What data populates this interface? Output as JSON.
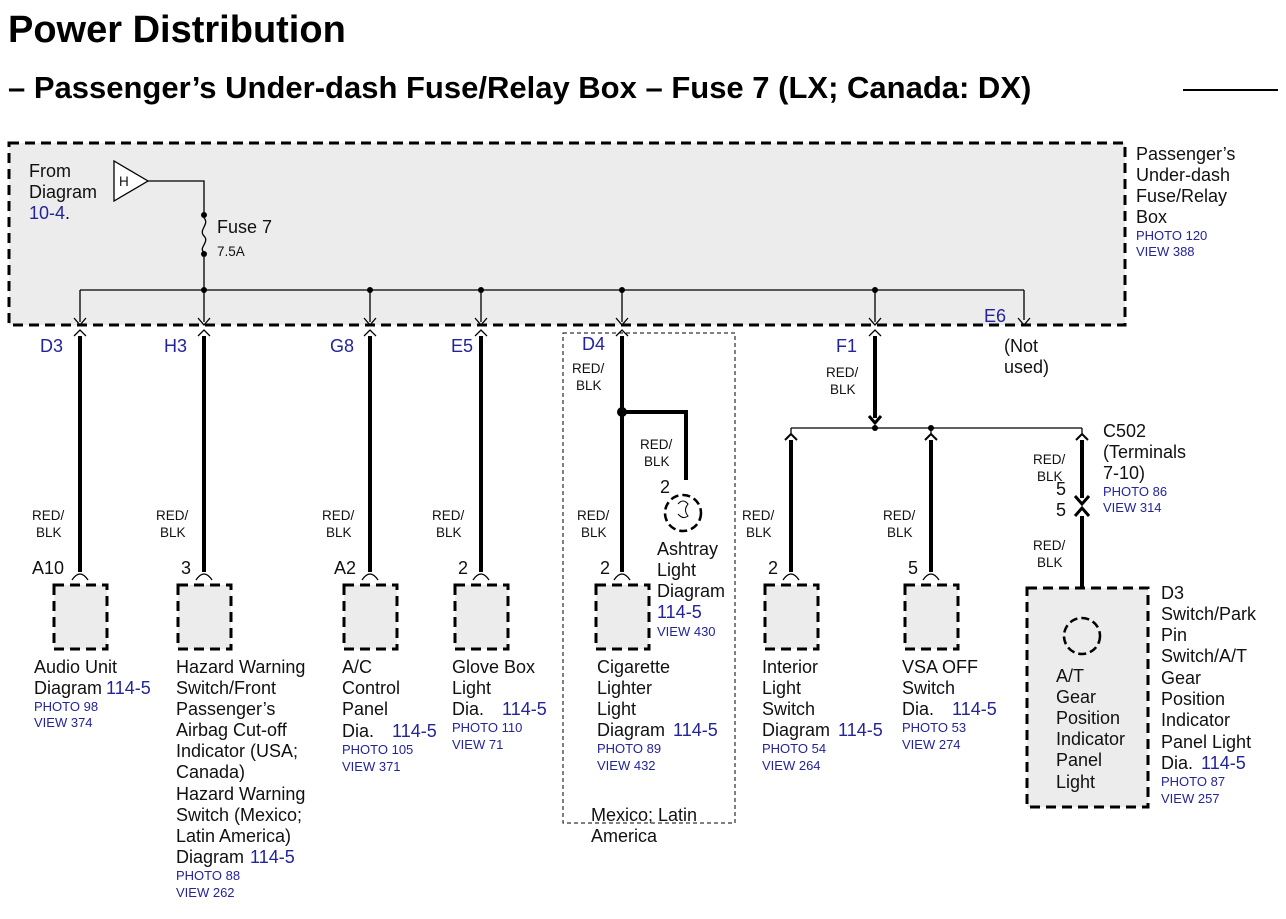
{
  "title": "Power Distribution",
  "subtitle": "– Passenger’s Under-dash Fuse/Relay Box – Fuse 7 (LX; Canada: DX)",
  "colors": {
    "accent_blue": "#23239b",
    "box_fill": "#ececec",
    "wire": "#000000"
  },
  "fuse_box": {
    "name_lines": [
      "Passenger’s",
      "Under-dash",
      "Fuse/Relay",
      "Box"
    ],
    "photo": "PHOTO 120",
    "view": "VIEW 388",
    "from_lines": [
      "From",
      "Diagram"
    ],
    "from_ref": "10-4",
    "from_ref_suffix": ".",
    "source_symbol": "H",
    "fuse_name": "Fuse 7",
    "fuse_rating": "7.5A"
  },
  "terminals": [
    "D3",
    "H3",
    "G8",
    "E5",
    "D4",
    "F1",
    "E6"
  ],
  "not_used": [
    "(Not",
    "used)"
  ],
  "wire_color": [
    "RED/",
    "BLK"
  ],
  "c502": {
    "lines": [
      "C502",
      "(Terminals",
      "7-10)"
    ],
    "photo": "PHOTO 86",
    "view": "VIEW 314",
    "pin_in": "5",
    "pin_out": "5"
  },
  "ashtray": {
    "pin": "2",
    "lines": [
      "Ashtray",
      "Light",
      "Diagram"
    ],
    "ref": "114-5",
    "view": "VIEW 430"
  },
  "region_note": [
    "Mexico; Latin",
    "America"
  ],
  "components": [
    {
      "pin": "A10",
      "lines": [
        "Audio Unit",
        "Diagram"
      ],
      "ref": "114-5",
      "photo": "PHOTO 98",
      "view": "VIEW 374"
    },
    {
      "pin": "3",
      "lines": [
        "Hazard Warning",
        "Switch/Front",
        "Passenger’s",
        "Airbag Cut-off",
        "Indicator (USA;",
        "Canada)",
        "Hazard Warning",
        "Switch (Mexico;",
        "Latin America)",
        "Diagram"
      ],
      "ref": "114-5",
      "photo": "PHOTO 88",
      "view": "VIEW 262"
    },
    {
      "pin": "A2",
      "lines": [
        "A/C",
        "Control",
        "Panel",
        "Dia."
      ],
      "ref": "114-5",
      "photo": "PHOTO 105",
      "view": "VIEW 371"
    },
    {
      "pin": "2",
      "lines": [
        "Glove Box",
        "Light",
        "Dia."
      ],
      "ref": "114-5",
      "photo": "PHOTO 110",
      "view": "VIEW 71"
    },
    {
      "pin": "2",
      "lines": [
        "Cigarette",
        "Lighter",
        "Light",
        "Diagram"
      ],
      "ref": "114-5",
      "photo": "PHOTO 89",
      "view": "VIEW 432"
    },
    {
      "pin": "2",
      "lines": [
        "Interior",
        "Light",
        "Switch",
        "Diagram"
      ],
      "ref": "114-5",
      "photo": "PHOTO 54",
      "view": "VIEW 264"
    },
    {
      "pin": "5",
      "lines": [
        "VSA OFF",
        "Switch",
        "Dia."
      ],
      "ref": "114-5",
      "photo": "PHOTO 53",
      "view": "VIEW 274"
    },
    {
      "lines": [
        "A/T",
        "Gear",
        "Position",
        "Indicator",
        "Panel",
        "Light"
      ]
    },
    {
      "lines": [
        "D3",
        "Switch/Park",
        "Pin",
        "Switch/A/T",
        "Gear",
        "Position",
        "Indicator",
        "Panel Light",
        "Dia."
      ],
      "ref": "114-5",
      "photo": "PHOTO 87",
      "view": "VIEW 257"
    }
  ]
}
